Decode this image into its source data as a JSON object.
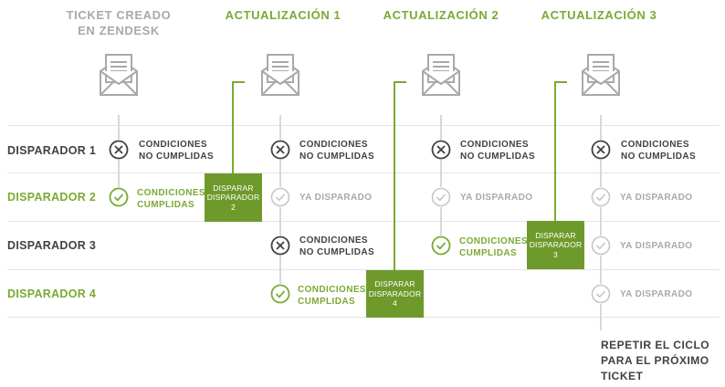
{
  "columns": [
    {
      "title": "TICKET CREADO\nEN ZENDESK"
    },
    {
      "title": "ACTUALIZACIÓN 1"
    },
    {
      "title": "ACTUALIZACIÓN 2"
    },
    {
      "title": "ACTUALIZACIÓN 3"
    }
  ],
  "rows": [
    {
      "label": "DISPARADOR 1"
    },
    {
      "label": "DISPARADOR 2"
    },
    {
      "label": "DISPARADOR 3"
    },
    {
      "label": "DISPARADOR 4"
    }
  ],
  "status": {
    "not_met": "CONDICIONES\nNO CUMPLIDAS",
    "met": "CONDICIONES\nCUMPLIDAS",
    "already": "YA DISPARADO"
  },
  "triggers": [
    {
      "text": "DISPARAR\nDISPARADOR\n2"
    },
    {
      "text": "DISPARAR\nDISPARADOR\n4"
    },
    {
      "text": "DISPARAR\nDISPARADOR\n3"
    }
  ],
  "footer": "REPETIR EL CICLO\nPARA EL PRÓXIMO\nTICKET",
  "colors": {
    "green": "#7ba934",
    "trigger_box": "#6e9a2c",
    "dark": "#3f4244",
    "gray": "#a7a9ab"
  }
}
